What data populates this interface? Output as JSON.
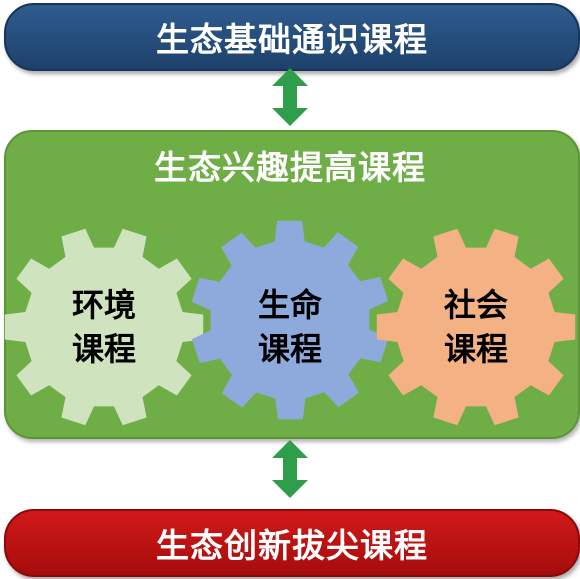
{
  "top_bar": {
    "label": "生态基础通识课程"
  },
  "middle": {
    "title": "生态兴趣提高课程",
    "gears": [
      {
        "line1": "环境",
        "line2": "课程",
        "color": "#cfe3be"
      },
      {
        "line1": "生命",
        "line2": "课程",
        "color": "#8eaadc"
      },
      {
        "line1": "社会",
        "line2": "课程",
        "color": "#f4b183"
      }
    ]
  },
  "bottom_bar": {
    "label": "生态创新拔尖课程"
  },
  "colors": {
    "top_bar": "#1f4e79",
    "middle_panel": "#70ad47",
    "bottom_bar": "#c00000",
    "arrow": "#2e9e4a"
  }
}
